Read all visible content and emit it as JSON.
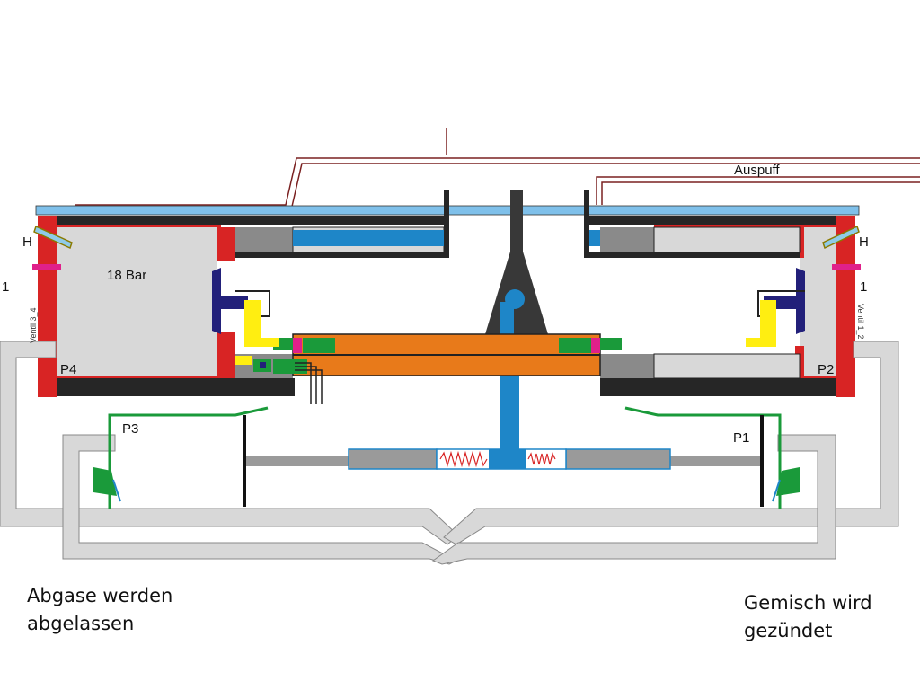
{
  "labels": {
    "exhaust": "Auspuff",
    "pressure": "18 Bar",
    "p1": "P1",
    "p2": "P2",
    "p3": "P3",
    "p4": "P4",
    "h_left": "H",
    "h_right": "H",
    "one_left": "1",
    "one_right": "1",
    "valve_left": "Ventil 3_4",
    "valve_right": "Ventil 1_2"
  },
  "captions": {
    "left": "Abgase werden\nabgelassen",
    "right": "Gemisch wird\ngezündet"
  },
  "colors": {
    "cylinder_wall": "#d82424",
    "top_plate": "#7fc0ea",
    "piston_rod": "#e87a1a",
    "hydraulic_blue": "#1e86c8",
    "seal_green": "#1a9a3a",
    "pipe_grey": "#d8d8d8",
    "cylinder_fill": "#d8d8d8",
    "valve_yellow": "#ffee11",
    "valve_navy": "#22207a",
    "pink": "#e0208a",
    "frame_dark": "#262626"
  }
}
